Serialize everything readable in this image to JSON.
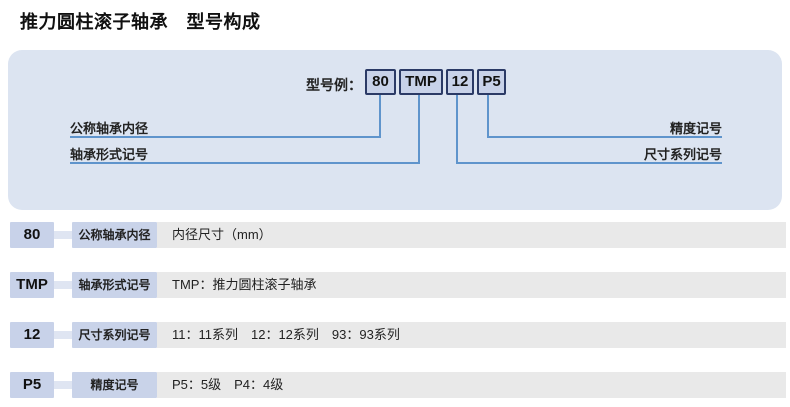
{
  "title": "推力圆柱滚子轴承　型号构成",
  "panel": {
    "example_label": "型号例：",
    "codes": [
      "80",
      "TMP",
      "12",
      "P5"
    ],
    "callouts": {
      "left": [
        "公称轴承内径",
        "轴承形式记号"
      ],
      "right": [
        "精度记号",
        "尺寸系列记号"
      ]
    }
  },
  "rows": [
    {
      "code": "80",
      "label": "公称轴承内径",
      "description": "内径尺寸（mm）"
    },
    {
      "code": "TMP",
      "label": "轴承形式记号",
      "description": "TMP：推力圆柱滚子轴承"
    },
    {
      "code": "12",
      "label": "尺寸系列记号",
      "description": "11：11系列　12：12系列　93：93系列"
    },
    {
      "code": "P5",
      "label": "精度记号",
      "description": "P5：5级　P4：4级"
    }
  ],
  "colors": {
    "panel_bg": "#dce4f1",
    "code_box_bg": "#c8d2e9",
    "code_box_border": "#2b3a66",
    "connector_line": "#5f94cc",
    "label_box_bg": "#c9d3e9",
    "row_strip_bg": "#e9e9e9",
    "notch_bg": "#dfe5f2"
  }
}
